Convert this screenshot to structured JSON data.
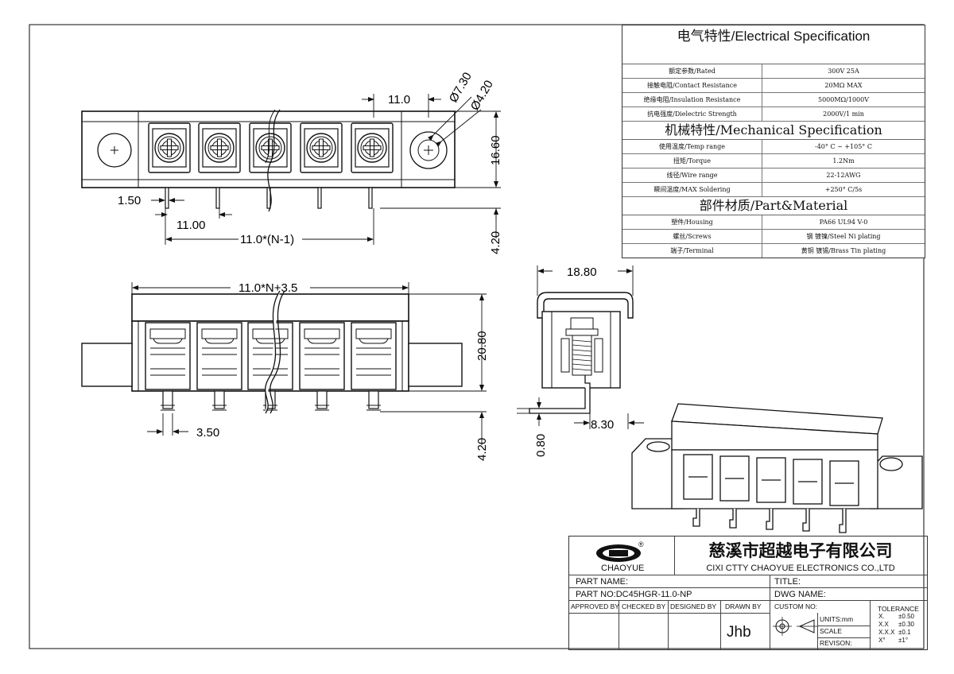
{
  "spec": {
    "electrical_title": "电气特性/Electrical Specification",
    "electrical": [
      {
        "k": "额定参数/Rated",
        "v": "300V  25A"
      },
      {
        "k": "接触电阻/Contact Resistance",
        "v": "20MΩ MAX"
      },
      {
        "k": "绝缘电阻/Insulation Resistance",
        "v": "5000MΩ/1000V"
      },
      {
        "k": "抗电强度/Dielectric Strength",
        "v": "2000V/1 min"
      }
    ],
    "mechanical_title": "机械特性/Mechanical Specification",
    "mechanical": [
      {
        "k": "使用温度/Temp range",
        "v": "-40° C ~ +105° C"
      },
      {
        "k": "扭矩/Torque",
        "v": "1.2Nm"
      },
      {
        "k": "线径/Wire range",
        "v": "22-12AWG"
      },
      {
        "k": "瞬间温度/MAX Soldering",
        "v": "+250° C/5s"
      }
    ],
    "material_title": "部件材质/Part&Material",
    "material": [
      {
        "k": "塑件/Housing",
        "v": "PA66 UL94 V-0"
      },
      {
        "k": "螺丝/Screws",
        "v": "钢 镀镍/Steel Ni plating"
      },
      {
        "k": "端子/Terminal",
        "v": "黄铜 镀锡/Brass Tin  plating"
      }
    ]
  },
  "dims": {
    "d_11_0": "11.0",
    "d_phi730": "Ø7.30",
    "d_phi420": "Ø4.20",
    "d_16_60": "16.60",
    "d_1_50": "1.50",
    "d_11_00": "11.00",
    "d_11n1": "11.0*(N-1)",
    "d_4_20a": "4.20",
    "d_11n35": "11.0*N+3.5",
    "d_20_80": "20.80",
    "d_3_50": "3.50",
    "d_4_20b": "4.20",
    "d_18_80": "18.80",
    "d_8_30": "8.30",
    "d_0_80": "0.80"
  },
  "title_block": {
    "brand": "CHAOYUE",
    "company_cn": "慈溪市超越电子有限公司",
    "company_en": "CIXI CTTY CHAOYUE ELECTRONICS CO.,LTD",
    "part_name_label": "PART NAME:",
    "title_label": "TITLE:",
    "part_no_label": "PART NO:DC45HGR-11.0-NP",
    "dwg_name_label": "DWG NAME:",
    "approved_by": "APPROVED BY",
    "checked_by": "CHECKED BY",
    "designed_by": "DESIGNED BY",
    "drawn_by": "DRAWN BY",
    "drawn_by_value": "Jhb",
    "custom_no": "CUSTOM NO:",
    "units": "UNITS:mm",
    "scale": "SCALE",
    "revision": "REVISON:",
    "tolerance_title": "TOLERANCE",
    "tolerances": [
      {
        "k": "X.",
        "v": "±0.50"
      },
      {
        "k": "X.X",
        "v": "±0.30"
      },
      {
        "k": "X.X.X",
        "v": "±0.1"
      },
      {
        "k": "X°",
        "v": "±1°"
      }
    ]
  }
}
